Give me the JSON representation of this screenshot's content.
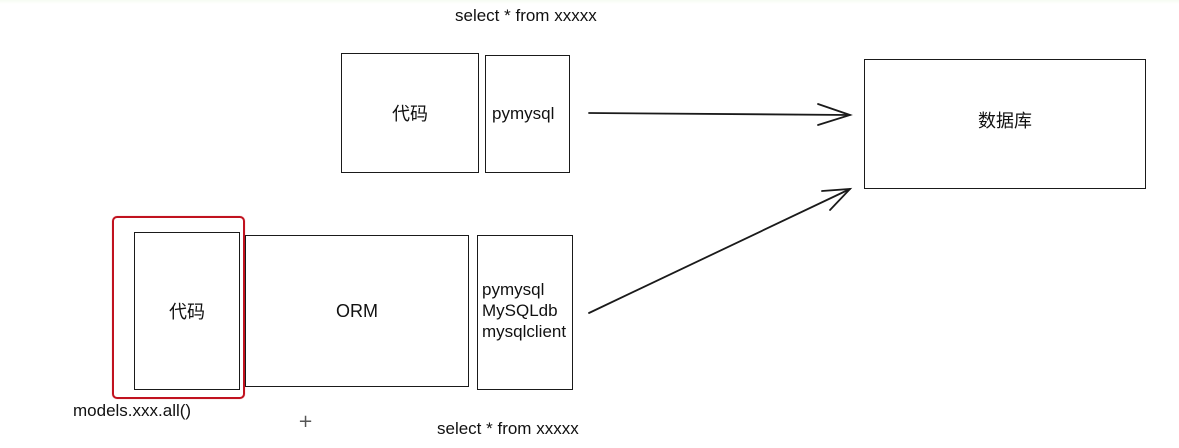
{
  "diagram": {
    "top_row": {
      "query_caption": "select * from xxxxx",
      "code_box": "代码",
      "driver_box": "pymysql"
    },
    "database_box": "数据库",
    "bottom_row": {
      "code_box": "代码",
      "orm_box": "ORM",
      "drivers": [
        "pymysql",
        "MySQLdb",
        "mysqlclient"
      ],
      "code_caption": "models.xxx.all()",
      "query_caption": "select * from xxxxx"
    },
    "highlight_color": "#c1121f",
    "cursor_icon": "+",
    "connections": [
      {
        "from": "top-driver-box",
        "to": "database-box",
        "type": "arrow"
      },
      {
        "from": "bottom-driver-box",
        "to": "database-box",
        "type": "arrow"
      }
    ]
  }
}
